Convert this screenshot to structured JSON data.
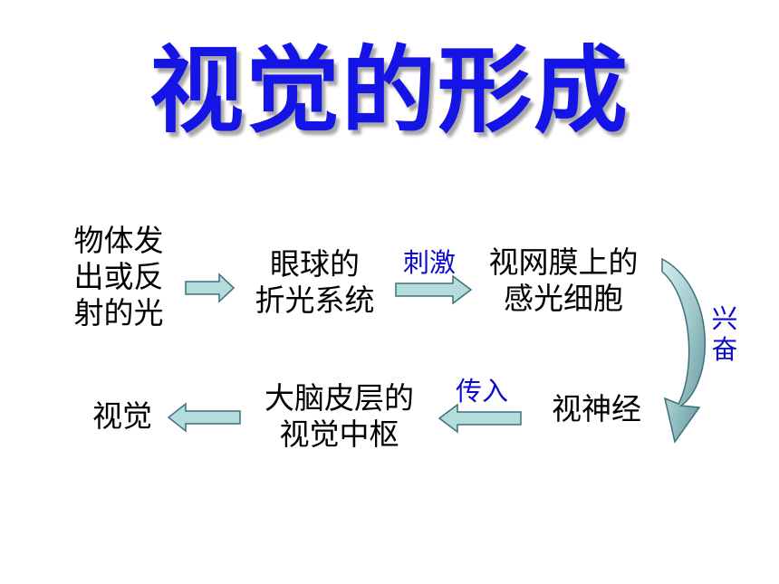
{
  "title": "视觉的形成",
  "nodes": {
    "object_light": "物体发\n出或反\n射的光",
    "eye_refraction": "眼球的\n折光系统",
    "retina_cells": "视网膜上的\n感光细胞",
    "optic_nerve": "视神经",
    "visual_center": "大脑皮层的\n视觉中枢",
    "vision": "视觉"
  },
  "edge_labels": {
    "stimulate": "刺激",
    "excite": "兴\n奋",
    "transmit": "传入"
  },
  "colors": {
    "title": "#1414e6",
    "label": "#0a0ad0",
    "arrow_fill": "#b5dcdc",
    "arrow_stroke": "#3f6f7a"
  }
}
